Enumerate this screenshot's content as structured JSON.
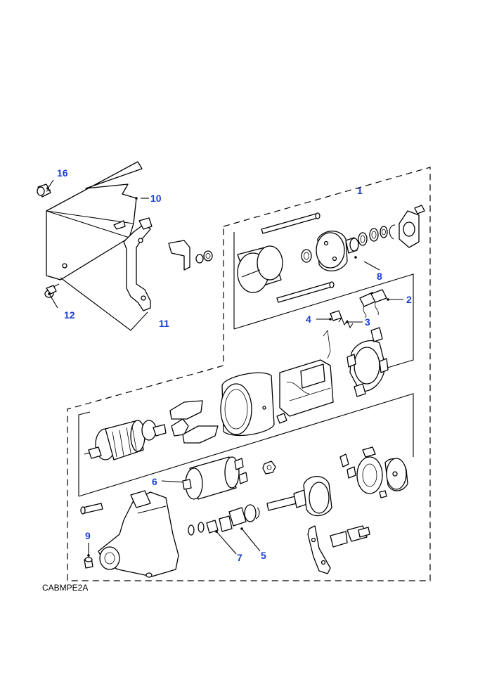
{
  "figure": {
    "reference_code": "CABMPE2A",
    "callouts": [
      "1",
      "2",
      "3",
      "4",
      "5",
      "6",
      "7",
      "8",
      "9",
      "10",
      "11",
      "12",
      "16"
    ]
  },
  "colors": {
    "callout": "#1a3fd0",
    "line": "#000000",
    "background": "#ffffff"
  }
}
